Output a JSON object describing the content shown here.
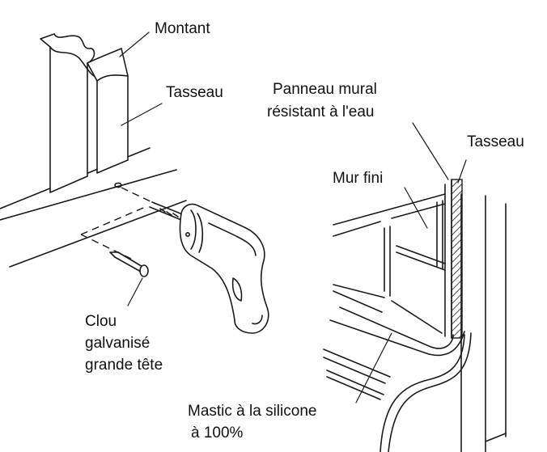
{
  "labels": {
    "montant": "Montant",
    "tasseau_left": "Tasseau",
    "panneau_line1": "Panneau mural",
    "panneau_line2": "résistant à l'eau",
    "tasseau_right": "Tasseau",
    "mur_fini": "Mur fini",
    "clou_line1": "Clou",
    "clou_line2": "galvanisé",
    "clou_line3": "grande tête",
    "mastic_line1": "Mastic à la silicone",
    "mastic_line2": "à 100%"
  },
  "colors": {
    "ink": "#1a1a1a",
    "background": "#ffffff"
  }
}
